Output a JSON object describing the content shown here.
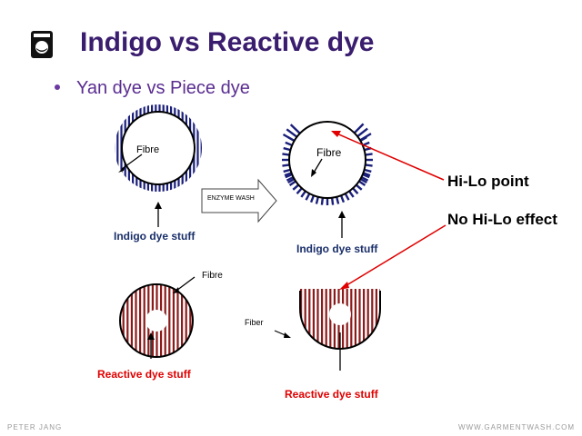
{
  "title": "Indigo vs Reactive dye",
  "subtitle": "Yan dye vs Piece dye",
  "labels": {
    "fibre_top_left": "Fibre",
    "fibre_top_right": "Fibre",
    "enzyme_wash": "ENZYME WASH",
    "indigo_left": "Indigo dye stuff",
    "indigo_right": "Indigo dye stuff",
    "fibre_bottom_left": "Fibre",
    "fiber_bottom_right": "Fiber",
    "reactive_left": "Reactive dye stuff",
    "reactive_right": "Reactive dye stuff",
    "hi_lo": "Hi-Lo point",
    "no_hi_lo": "No Hi-Lo effect"
  },
  "footer": {
    "left": "PETER JANG",
    "right": "WWW.GARMENTWASH.COM"
  },
  "colors": {
    "title": "#3a1d6e",
    "subtitle": "#5a2d91",
    "indigo": "#1a1f7a",
    "reactive": "#8b1a1a",
    "callout_arrow": "#e00000",
    "reactive_label": "#e00000",
    "indigo_label": "#1a2f6a"
  },
  "icons": {
    "title_icon": "washing-machine-icon"
  }
}
